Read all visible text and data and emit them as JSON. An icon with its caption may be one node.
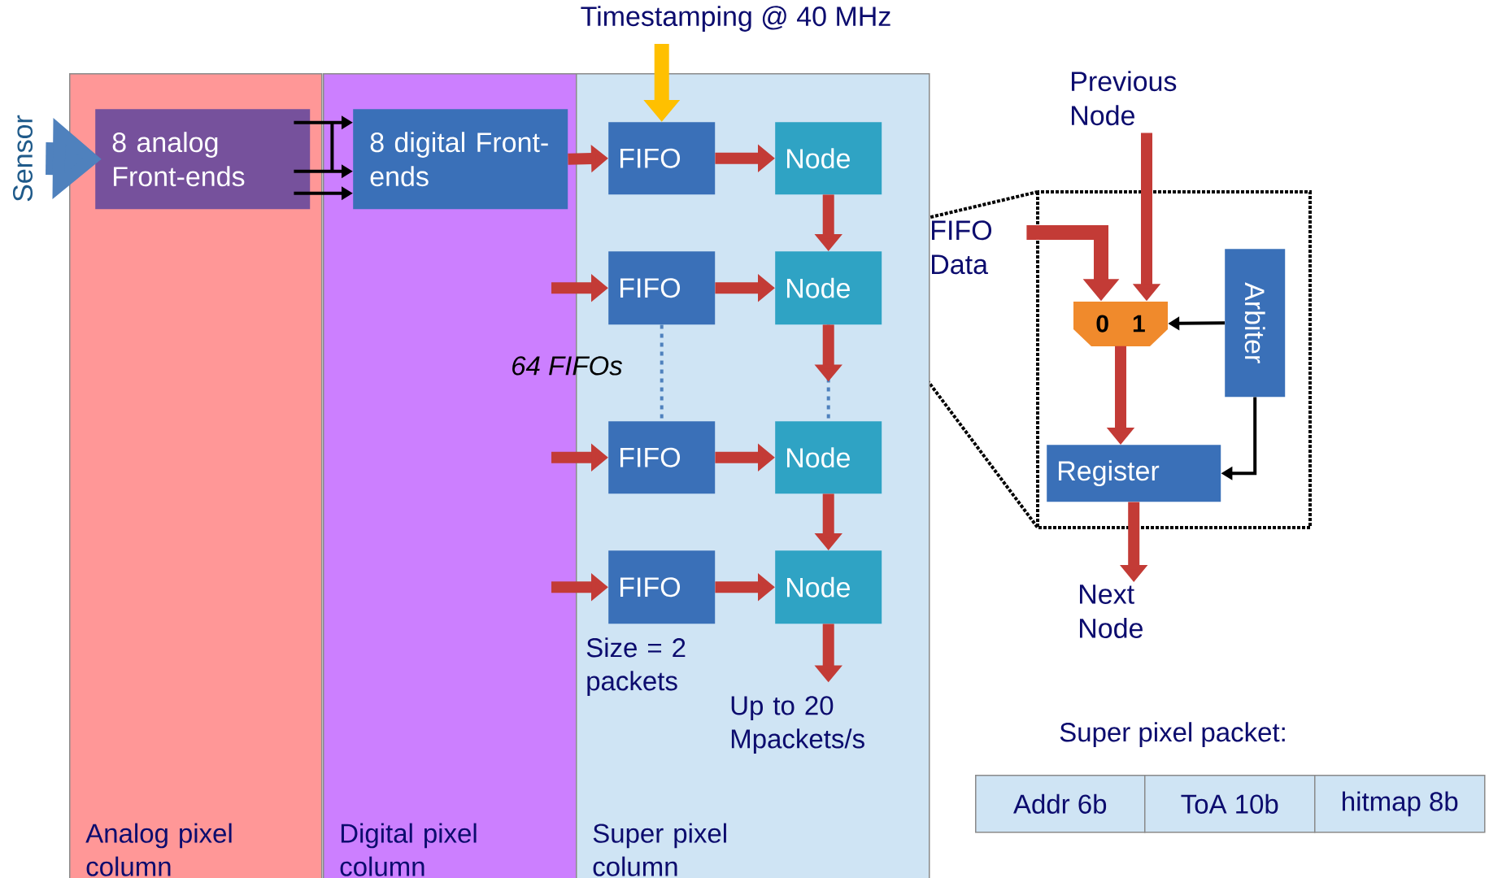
{
  "diagram": {
    "nodes": [
      {
        "text": [
          "Analog pixel column"
        ]
      },
      {
        "text": [
          "8 analog Front-ends"
        ],
        "in": 0
      },
      {
        "text": [
          "Digital pixel column"
        ]
      },
      {
        "text": [
          "8 digital Front-ends"
        ],
        "in": 2
      },
      {
        "text": [
          "Super pixel column"
        ]
      },
      {
        "text": [
          "FIFO"
        ],
        "in": 4
      },
      {
        "text": [
          "Node"
        ],
        "in": 4
      },
      {
        "text": [
          "FIFO"
        ],
        "in": 4
      },
      {
        "text": [
          "Node"
        ],
        "in": 4
      },
      {
        "text": [
          "FIFO"
        ],
        "in": 4
      },
      {
        "text": [
          "Node"
        ],
        "in": 4
      },
      {
        "text": [
          "FIFO"
        ],
        "in": 4
      },
      {
        "text": [
          "Node"
        ],
        "in": 4
      },
      {
        "text": [
          "Sensor"
        ]
      },
      {
        "text": [
          "Timestamping @ 40 MHz"
        ]
      },
      {
        "text": [
          "Previous Node"
        ]
      },
      {
        "text": [
          "FIFO Data"
        ]
      },
      {
        "text": [
          "0",
          "1"
        ]
      },
      {
        "text": [
          "Arbiter"
        ]
      },
      {
        "text": [
          "Register"
        ]
      },
      {
        "text": [
          "Next Node"
        ]
      }
    ],
    "edges": [
      {
        "from": 13,
        "to": 1,
        "arrow": "to",
        "style": "thick",
        "color": "#4f81bd"
      },
      {
        "from": 1,
        "to": 3,
        "arrow": "to",
        "color": "#000000"
      },
      {
        "from": 1,
        "to": 3,
        "arrow": "to",
        "color": "#000000"
      },
      {
        "from": 1,
        "to": 3,
        "arrow": "to",
        "color": "#000000"
      },
      {
        "from": 3,
        "to": 5,
        "arrow": "to"
      },
      {
        "from": 14,
        "to": 5,
        "arrow": "to",
        "color": "#ffc000"
      },
      {
        "from": null,
        "to": 7,
        "arrow": "to"
      },
      {
        "from": null,
        "to": 9,
        "arrow": "to"
      },
      {
        "from": null,
        "to": 11,
        "arrow": "to"
      },
      {
        "from": 5,
        "to": 6,
        "arrow": "to"
      },
      {
        "from": 7,
        "to": 8,
        "arrow": "to"
      },
      {
        "from": 9,
        "to": 10,
        "arrow": "to"
      },
      {
        "from": 11,
        "to": 12,
        "arrow": "to"
      },
      {
        "from": 6,
        "to": 8,
        "arrow": "to"
      },
      {
        "from": 8,
        "to": 10,
        "arrow": "none",
        "style": "dashed",
        "color": "#4f81bd"
      },
      {
        "from": 8,
        "to": null,
        "arrow": "to"
      },
      {
        "from": 7,
        "to": 9,
        "arrow": "none",
        "style": "dashed",
        "color": "#4f81bd"
      },
      {
        "from": 10,
        "to": 12,
        "arrow": "to"
      },
      {
        "from": 12,
        "to": null,
        "arrow": "to"
      },
      {
        "from": 15,
        "to": 17,
        "arrow": "to"
      },
      {
        "from": 16,
        "to": 17,
        "arrow": "to"
      },
      {
        "from": 18,
        "to": 17,
        "arrow": "to",
        "color": "#000000"
      },
      {
        "from": 18,
        "to": 19,
        "arrow": "to",
        "color": "#000000"
      },
      {
        "from": 17,
        "to": 19,
        "arrow": "to"
      },
      {
        "from": 19,
        "to": 20,
        "arrow": "to"
      }
    ],
    "labels": [
      "64 FIFOs",
      "Size = 2 packets",
      "Up to 20 Mpackets/s",
      "Super pixel packet:",
      "Addr 6b",
      "ToA 10b",
      "hitmap 8b"
    ]
  }
}
